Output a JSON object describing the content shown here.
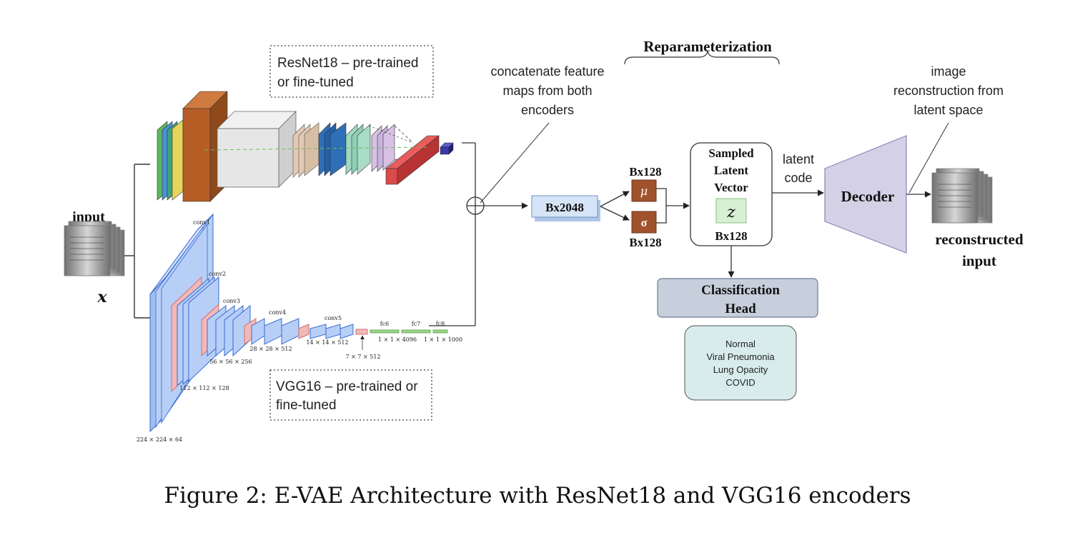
{
  "caption": "Figure 2: E-VAE Architecture with ResNet18 and VGG16 encoders",
  "input": {
    "label": "input",
    "symbol": "x"
  },
  "resnet": {
    "label_line1": "ResNet18 – pre-trained",
    "label_line2": "or fine-tuned"
  },
  "vgg": {
    "label_line1": "VGG16 – pre-trained or",
    "label_line2": "fine-tuned",
    "layers": {
      "conv1": "conv1",
      "conv2": "conv2",
      "conv3": "conv3",
      "conv4": "conv4",
      "conv5": "conv5",
      "fc6": "fc6",
      "fc7": "fc7",
      "fc8": "fc8"
    },
    "dims": {
      "d224": "224 × 224 × 64",
      "d112": "112 × 112 × 128",
      "d56": "56 × 56 × 256",
      "d28": "28 × 28 × 512",
      "d14": "14 × 14 × 512",
      "d7": "7 × 7 × 512",
      "d4096": "1 × 1 × 4096",
      "d1000": "1 × 1 × 1000"
    }
  },
  "concat": {
    "line1": "concatenate feature",
    "line2": "maps from both",
    "line3": "encoders",
    "symbol": "+"
  },
  "features": {
    "label": "Bx2048"
  },
  "reparam": {
    "title": "Reparameterization",
    "mu": "μ",
    "sigma": "σ",
    "mu_dim": "Bx128",
    "sigma_dim": "Bx128",
    "sampled_line1": "Sampled",
    "sampled_line2": "Latent",
    "sampled_line3": "Vector",
    "z": "z",
    "z_dim": "Bx128"
  },
  "latent_code": {
    "line1": "latent",
    "line2": "code"
  },
  "decoder": {
    "label": "Decoder"
  },
  "recon_note": {
    "line1": "image",
    "line2": "reconstruction from",
    "line3": "latent space"
  },
  "output": {
    "line1": "reconstructed",
    "line2": "input"
  },
  "classification": {
    "line1": "Classification",
    "line2": "Head",
    "classes": [
      "Normal",
      "Viral Pneumonia",
      "Lung Opacity",
      "COVID"
    ]
  },
  "colors": {
    "mu_sigma": "#a0522d",
    "decoder": "#d4d0e6",
    "class_head": "#c7cfdc",
    "class_box": "#d8ecec",
    "z_box": "#d7f0d3",
    "bx2048": "#d5e5f7",
    "vgg_blue": "#b7cff7",
    "vgg_pink": "#f2b8b8",
    "vgg_green": "#9cd58a",
    "resnet_brown": "#b65d25",
    "resnet_red": "#d94a4a"
  }
}
